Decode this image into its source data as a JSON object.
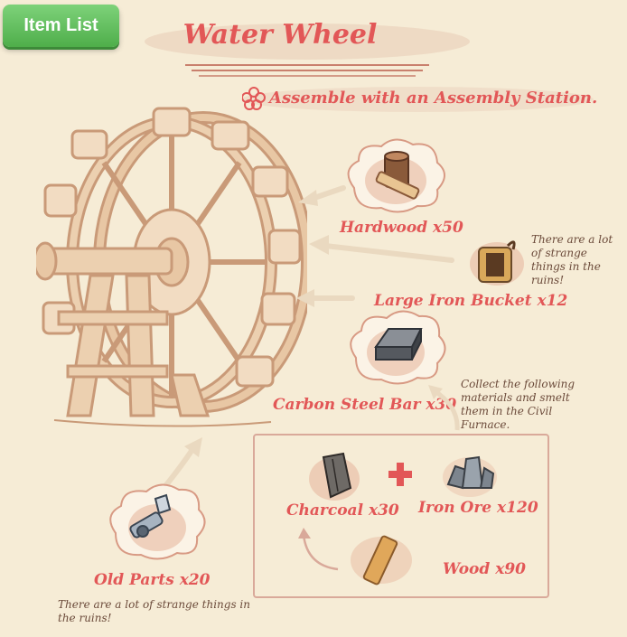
{
  "header": {
    "item_list_button": "Item List",
    "title": "Water Wheel",
    "subtitle": "Assemble with an Assembly Station."
  },
  "materials": {
    "hardwood": "Hardwood x50",
    "large_iron_bucket": "Large Iron Bucket x12",
    "carbon_steel_bar": "Carbon Steel Bar x30",
    "charcoal": "Charcoal x30",
    "iron_ore": "Iron Ore x120",
    "wood": "Wood x90",
    "old_parts": "Old Parts x20"
  },
  "notes": {
    "bucket_note": "There are a lot of strange things in the ruins!",
    "smelt_note": "Collect the following materials and smelt them in the Civil Furnace.",
    "old_parts_note": "There are a lot of strange things in the ruins!"
  },
  "icons": {
    "hardwood": "hardwood-icon",
    "bucket": "iron-bucket-icon",
    "steel_bar": "steel-bar-icon",
    "charcoal": "charcoal-icon",
    "iron_ore": "iron-ore-icon",
    "wood": "wood-icon",
    "old_parts": "old-parts-icon",
    "flower": "flower-icon"
  }
}
